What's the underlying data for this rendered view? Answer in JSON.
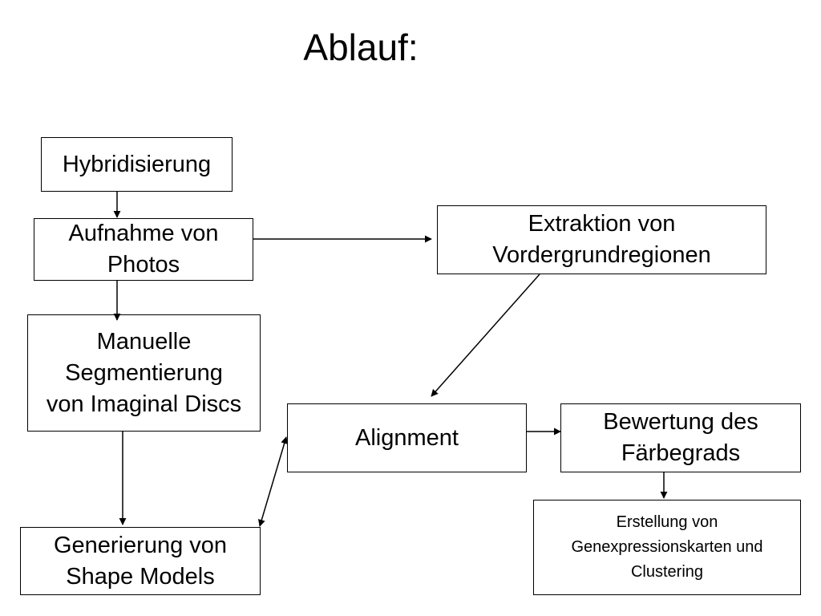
{
  "title": "Ablauf:",
  "nodes": {
    "hybridisierung": "Hybridisierung",
    "aufnahme": "Aufnahme von\nPhotos",
    "extraktion": "Extraktion von\nVordergrundregionen",
    "segmentierung": "Manuelle\nSegmentierung\nvon Imaginal Discs",
    "alignment": "Alignment",
    "bewertung": "Bewertung des\nFärbegrads",
    "generierung": "Generierung von\nShape Models",
    "erstellung": "Erstellung von\nGenexpressionskarten und\nClustering"
  },
  "edges": [
    {
      "from": "hybridisierung",
      "to": "aufnahme"
    },
    {
      "from": "aufnahme",
      "to": "extraktion"
    },
    {
      "from": "aufnahme",
      "to": "segmentierung"
    },
    {
      "from": "extraktion",
      "to": "alignment"
    },
    {
      "from": "segmentierung",
      "to": "generierung"
    },
    {
      "from": "generierung",
      "to": "alignment",
      "bidirectional": true
    },
    {
      "from": "alignment",
      "to": "bewertung"
    },
    {
      "from": "bewertung",
      "to": "erstellung"
    }
  ]
}
